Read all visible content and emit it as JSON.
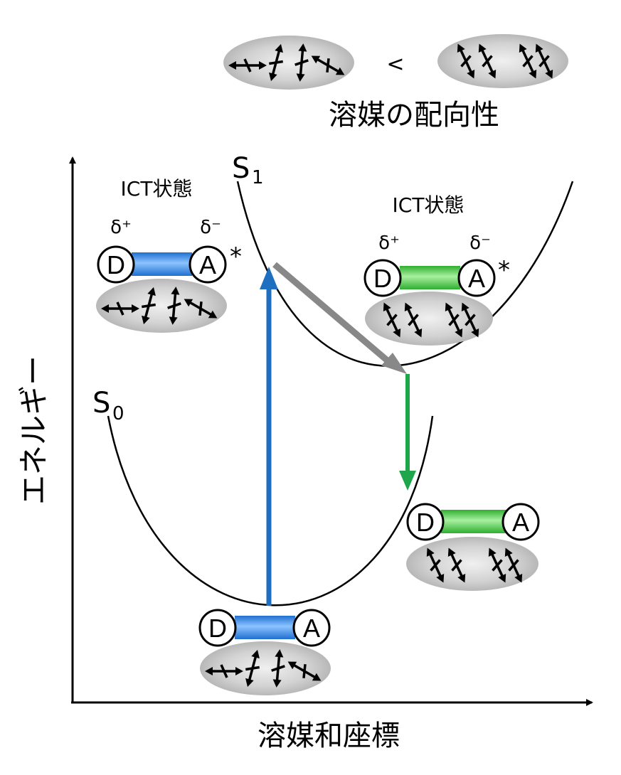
{
  "top": {
    "comparison_symbol": "<",
    "caption": "溶媒の配向性"
  },
  "axes": {
    "y_label": "エネルギー",
    "x_label": "溶媒和座標"
  },
  "states": {
    "s1": {
      "letter": "S",
      "subscript": "1"
    },
    "s0": {
      "letter": "S",
      "subscript": "0"
    }
  },
  "molecules": {
    "ict_left": {
      "title": "ICT状態",
      "donor": "D",
      "acceptor": "A",
      "delta_plus": "δ⁺",
      "delta_minus": "δ⁻",
      "star": "*"
    },
    "ict_right": {
      "title": "ICT状態",
      "donor": "D",
      "acceptor": "A",
      "delta_plus": "δ⁺",
      "delta_minus": "δ⁻",
      "star": "*"
    },
    "ground_bottom": {
      "donor": "D",
      "acceptor": "A"
    },
    "ground_right": {
      "donor": "D",
      "acceptor": "A"
    }
  },
  "colors": {
    "blue_bar": "#3a8fe0",
    "green_bar": "#4cc84c",
    "blue_arrow": "#1f6fc0",
    "gray_arrow": "#888888",
    "green_arrow": "#1fa54a",
    "solvent_cloud": "#c8c8c8"
  },
  "icons": {
    "dipole": "double-headed-arrow-icon"
  }
}
